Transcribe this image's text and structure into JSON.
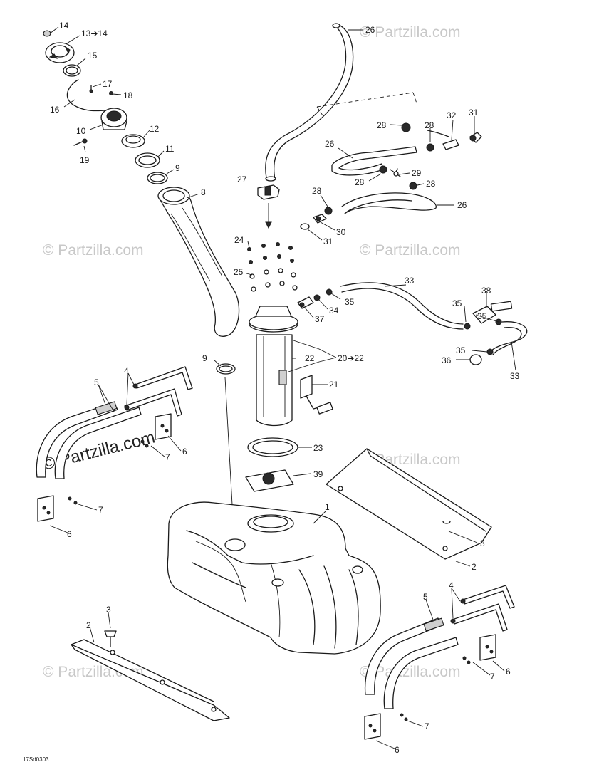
{
  "diagram_code": "17Sd0303",
  "watermark": "© Partzilla.com",
  "watermark_primary": "© Partzilla.com",
  "labels": {
    "l1": "1",
    "l2a": "2",
    "l2b": "2",
    "l3a": "3",
    "l3b": "3",
    "l4a": "4",
    "l4b": "4",
    "l5a": "5",
    "l5b": "5",
    "l6a": "6",
    "l6b": "6",
    "l6c": "6",
    "l6d": "6",
    "l7a": "7",
    "l7b": "7",
    "l7c": "7",
    "l7d": "7",
    "l8": "8",
    "l9a": "9",
    "l9b": "9",
    "l10": "10",
    "l11": "11",
    "l12": "12",
    "l13": "13➔14",
    "l14": "14",
    "l15": "15",
    "l16": "16",
    "l17": "17",
    "l18": "18",
    "l19": "19",
    "l20": "20➔22",
    "l21": "21",
    "l22": "22",
    "l23": "23",
    "l24": "24",
    "l25": "25",
    "l26a": "26",
    "l26b": "26",
    "l26c": "26",
    "l27": "27",
    "l28a": "28",
    "l28b": "28",
    "l28c": "28",
    "l28d": "28",
    "l28e": "28",
    "l29": "29",
    "l30": "30",
    "l31a": "31",
    "l31b": "31",
    "l32": "32",
    "l33a": "33",
    "l33b": "33",
    "l34": "34",
    "l35a": "35",
    "l35b": "35",
    "l35c": "35",
    "l35d": "35",
    "l36": "36",
    "l37": "37",
    "l38": "38",
    "l39": "39"
  }
}
